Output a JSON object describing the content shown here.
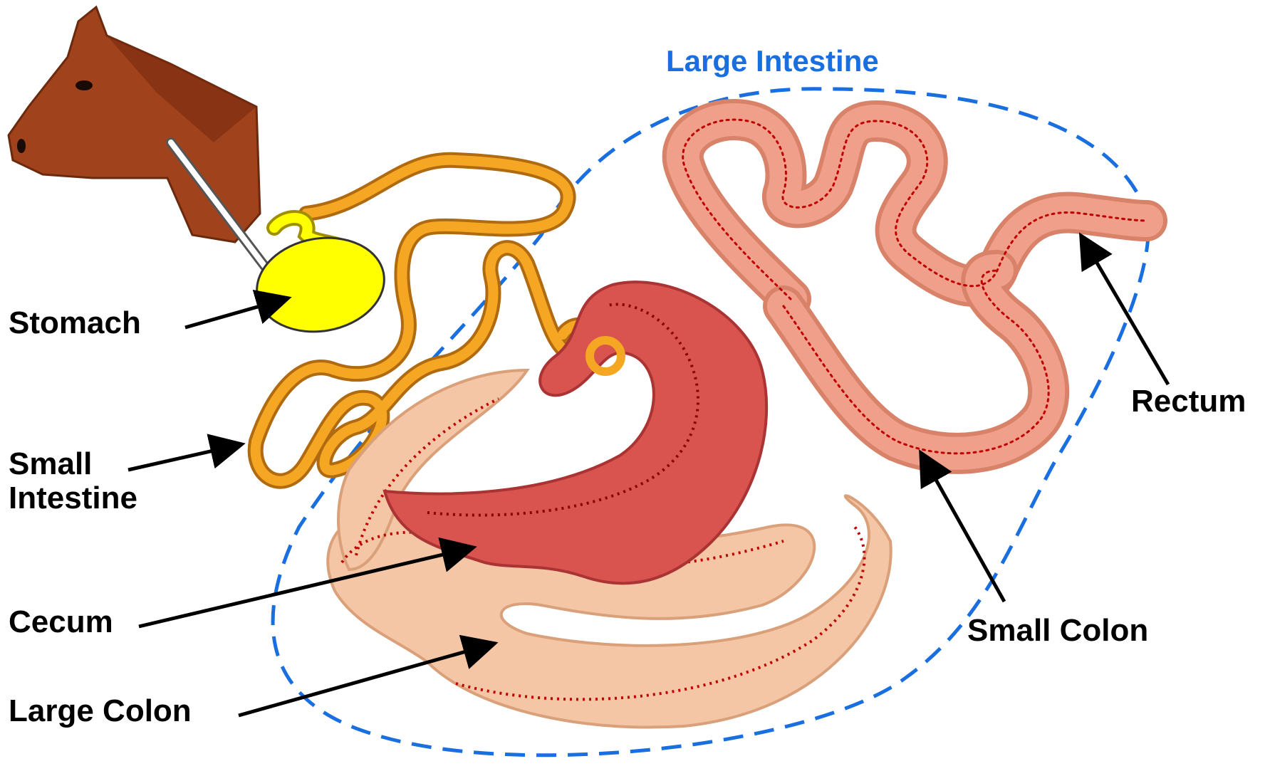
{
  "diagram": {
    "region": {
      "label": "Large Intestine",
      "outline_color": "#1a6fe0"
    },
    "labels": {
      "stomach": "Stomach",
      "small_intestine_line1": "Small",
      "small_intestine_line2": "Intestine",
      "cecum": "Cecum",
      "large_colon": "Large Colon",
      "small_colon": "Small Colon",
      "rectum": "Rectum"
    },
    "colors": {
      "horse_head": "#a0421c",
      "stomach": "#ffff00",
      "small_intestine": "#f5a623",
      "cecum": "#d9534f",
      "large_colon": "#f5c6a5",
      "small_colon": "#f0a08a",
      "dotted_line": "#c00000"
    }
  }
}
